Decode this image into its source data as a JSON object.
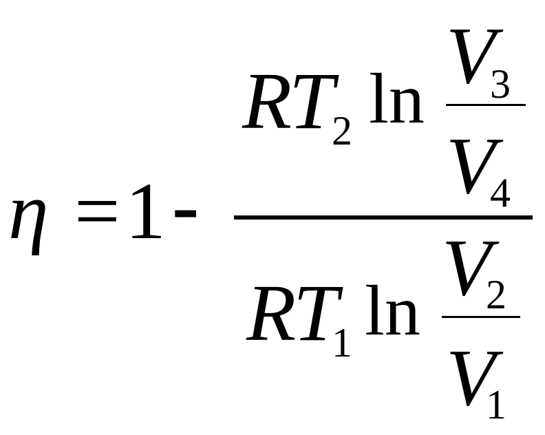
{
  "formula": {
    "lhs_symbol": "η",
    "equals": "=",
    "one": "1",
    "minus": "-",
    "numerator": {
      "R": "R",
      "T": "T",
      "t_subscript": "2",
      "ln": "ln",
      "ratio_top_var": "V",
      "ratio_top_sub": "3",
      "ratio_bottom_var": "V",
      "ratio_bottom_sub": "4"
    },
    "denominator": {
      "R": "R",
      "T": "T",
      "t_subscript": "1",
      "ln": "ln",
      "ratio_top_var": "V",
      "ratio_top_sub": "2",
      "ratio_bottom_var": "V",
      "ratio_bottom_sub": "1"
    }
  }
}
